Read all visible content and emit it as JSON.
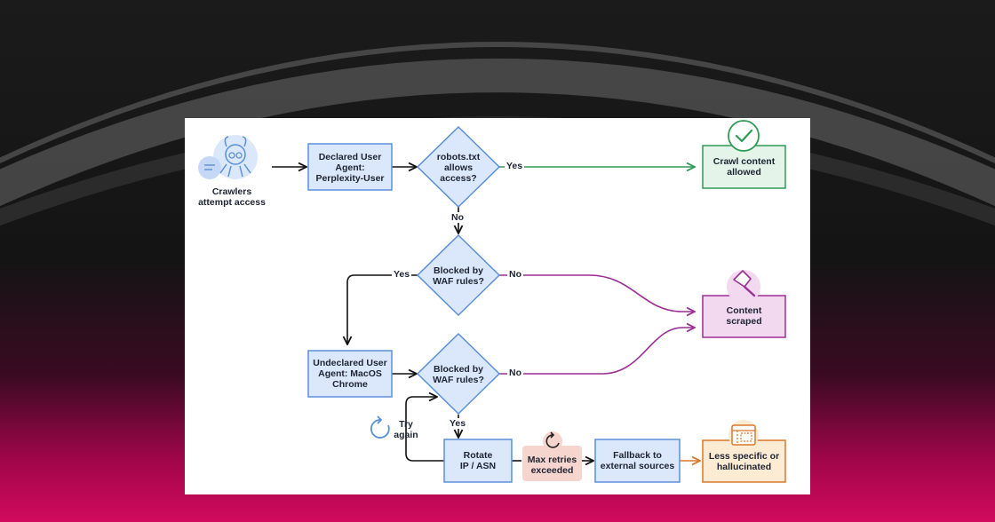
{
  "flowchart": {
    "crawler_caption": "Crawlers\nattempt access",
    "declared_agent": "Declared User\nAgent:\nPerplexity-User",
    "robots_check": "robots.txt\nallows\naccess?",
    "crawl_allowed": "Crawl content\nallowed",
    "waf_check_1": "Blocked by\nWAF rules?",
    "content_scraped": "Content\nscraped",
    "undeclared_agent": "Undeclared User\nAgent: MacOS\nChrome",
    "waf_check_2": "Blocked by\nWAF rules?",
    "try_again": "Try\nagain",
    "rotate_ip": "Rotate\nIP / ASN",
    "max_retries": "Max retries\nexceeded",
    "fallback": "Fallback to\nexternal sources",
    "less_specific": "Less specific or\nhallucinated",
    "edge_yes": "Yes",
    "edge_no": "No"
  },
  "colors": {
    "process_fill": "#dbe8fb",
    "process_stroke": "#5b8fd8",
    "success": "#2f9a54",
    "success_fill": "#e4f4e9",
    "scraped": "#9b2f96",
    "scraped_fill": "#f3d9f0",
    "warning": "#d9782c",
    "warning_fill": "#fdebd3",
    "retry_fill": "#f7d5cf",
    "arrow": "#111111"
  },
  "icons": [
    "crawler-icon",
    "check-circle-icon",
    "scraper-icon",
    "retry-icon",
    "browser-window-icon"
  ]
}
